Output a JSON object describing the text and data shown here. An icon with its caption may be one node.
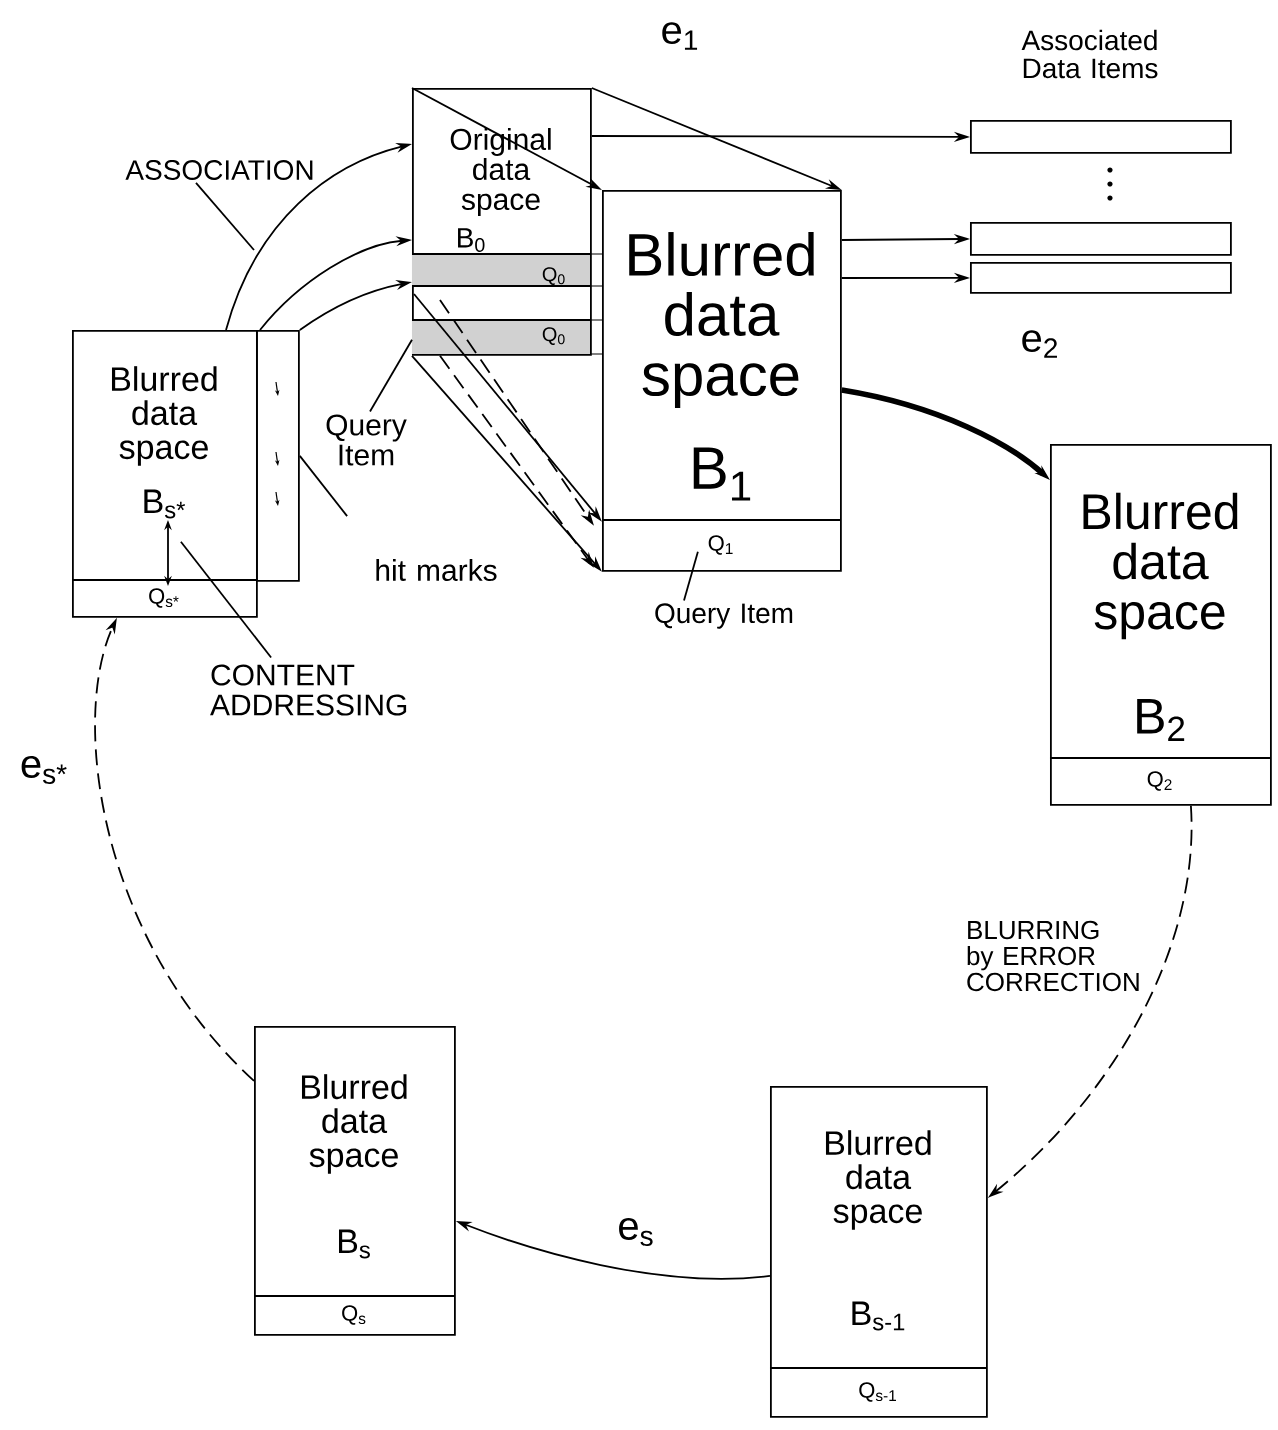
{
  "diagram": {
    "nodes": [
      {
        "text": [
          "Blurred data space",
          "B$_{s*}$",
          "Q$_{s*}$"
        ]
      },
      {
        "text": [],
        "shape": "box"
      },
      {
        "text": [
          "ASSOCIATION"
        ]
      },
      {
        "text": [
          "Original data space",
          "B$_{0}$",
          "Q$_{0}$",
          "Q$_{0}$"
        ]
      },
      {
        "text": [
          "Blurred data space",
          "B$_{1}$",
          "Q$_{1}$"
        ]
      },
      {
        "text": [],
        "shape": "box"
      },
      {
        "text": [],
        "shape": "box"
      },
      {
        "text": [],
        "shape": "box"
      },
      {
        "text": [
          "Query Item"
        ]
      },
      {
        "text": [
          "hit marks"
        ]
      },
      {
        "text": [
          "CONTENT ADDRESSING"
        ]
      },
      {
        "text": [
          "Query Item"
        ]
      },
      {
        "text": [
          "Blurred data space",
          "B$_{2}$",
          "Q$_{2}$"
        ]
      },
      {
        "text": [
          "Blurred data space",
          "B$_{s-1}$",
          "Q$_{s-1}$"
        ]
      },
      {
        "text": [
          "Blurred data space",
          "B$_{s}$",
          "Q$_{s}$"
        ]
      }
    ],
    "edges": [
      {
        "from": 0,
        "to": 3,
        "arrow": "to"
      },
      {
        "from": 0,
        "to": 3,
        "arrow": "to"
      },
      {
        "from": 1,
        "to": 3,
        "arrow": "to"
      },
      {
        "from": 3,
        "to": 4,
        "arrow": "to",
        "label": "e$_{1}$"
      },
      {
        "from": 3,
        "to": 4,
        "arrow": "to"
      },
      {
        "from": 3,
        "to": 4,
        "arrow": "to"
      },
      {
        "from": 3,
        "to": 4,
        "arrow": "to",
        "style": "dashed"
      },
      {
        "from": 3,
        "to": 4,
        "arrow": "to",
        "style": "dashed"
      },
      {
        "from": 3,
        "to": 4,
        "arrow": "to"
      },
      {
        "from": 3,
        "to": 5,
        "arrow": "to"
      },
      {
        "from": 4,
        "to": 6,
        "arrow": "to"
      },
      {
        "from": 4,
        "to": 7,
        "arrow": "to"
      },
      {
        "from": 4,
        "to": 12,
        "arrow": "to",
        "label": "e$_{2}$",
        "style": "thick"
      },
      {
        "from": 12,
        "to": 13,
        "arrow": "to",
        "style": "dashed"
      },
      {
        "from": 13,
        "to": 14,
        "arrow": "to",
        "label": "e$_{s}$"
      },
      {
        "from": 14,
        "to": 0,
        "arrow": "to",
        "label": "e$_{s*}$",
        "style": "dashed"
      },
      {
        "from": 2,
        "to": null,
        "arrow": "none"
      },
      {
        "from": 8,
        "to": 3,
        "arrow": "none"
      },
      {
        "from": 9,
        "to": 1,
        "arrow": "none"
      },
      {
        "from": 10,
        "to": 0,
        "arrow": "none"
      },
      {
        "from": 11,
        "to": 4,
        "arrow": "none"
      }
    ],
    "labels": [
      "Associated Data Items",
      "BLURRING by ERROR CORRECTION"
    ]
  }
}
